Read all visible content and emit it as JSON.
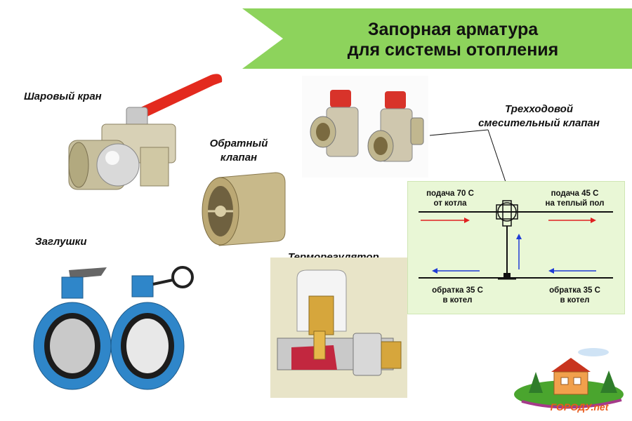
{
  "title": {
    "line1": "Запорная арматура",
    "line2": "для системы отопления",
    "banner_color": "#8dd35c"
  },
  "items": {
    "ball_valve": "Шаровый кран",
    "check_valve_line1": "Обратный",
    "check_valve_line2": "клапан",
    "plugs": "Заглушки",
    "thermoregulator": "Терморегулятор",
    "three_way_line1": "Трехходовой",
    "three_way_line2": "смесительный клапан"
  },
  "scheme": {
    "supply_boiler_line1": "подача 70 С",
    "supply_boiler_line2": "от котла",
    "supply_floor_line1": "подача 45 С",
    "supply_floor_line2": "на теплый пол",
    "return_left_line1": "обратка 35 С",
    "return_left_line2": "в котел",
    "return_right_line1": "обратка 35 С",
    "return_right_line2": "в котел",
    "background": "#e9f7d6",
    "supply_arrow_color": "#e02020",
    "return_arrow_color": "#1f3bd6"
  },
  "logo": {
    "text": "ГОРОДУ.net"
  }
}
